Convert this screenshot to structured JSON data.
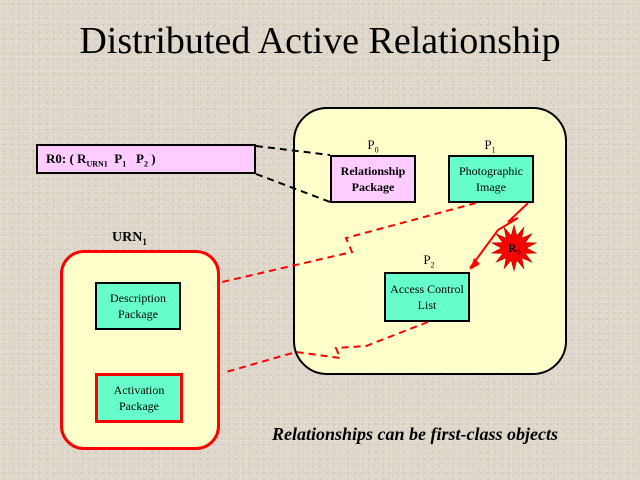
{
  "slide": {
    "title": "Distributed Active Relationship",
    "caption": "Relationships can be first-class objects"
  },
  "tuple": {
    "prefix": "R0: ( R",
    "urn_subscript": "URN1",
    "p1": "P",
    "p1_sub": "1",
    "p2": "P",
    "p2_sub": "2",
    "suffix": " )"
  },
  "container": {
    "packages": [
      {
        "id": "P0",
        "label_main": "P",
        "label_sub": "0",
        "line1": "Relationship",
        "line2": "Package",
        "fill": "#ffccff"
      },
      {
        "id": "P1",
        "label_main": "P",
        "label_sub": "1",
        "line1": "Photographic",
        "line2": "Image",
        "fill": "#66ffcc"
      },
      {
        "id": "P2",
        "label_main": "P",
        "label_sub": "2",
        "line1": "Access Control",
        "line2": "List",
        "fill": "#66ffcc"
      }
    ],
    "burst": {
      "main": "R",
      "sub": "0",
      "fill": "#ff0000"
    }
  },
  "urn": {
    "label_main": "URN",
    "label_sub": "1",
    "description": {
      "line1": "Description",
      "line2": "Package"
    },
    "activation": {
      "line1": "Activation",
      "line2": "Package"
    }
  },
  "colors": {
    "background": "#ddd5c8",
    "container_fill": "#ffffcc",
    "pink": "#ffccff",
    "green": "#66ffcc",
    "red": "#ff0000"
  }
}
